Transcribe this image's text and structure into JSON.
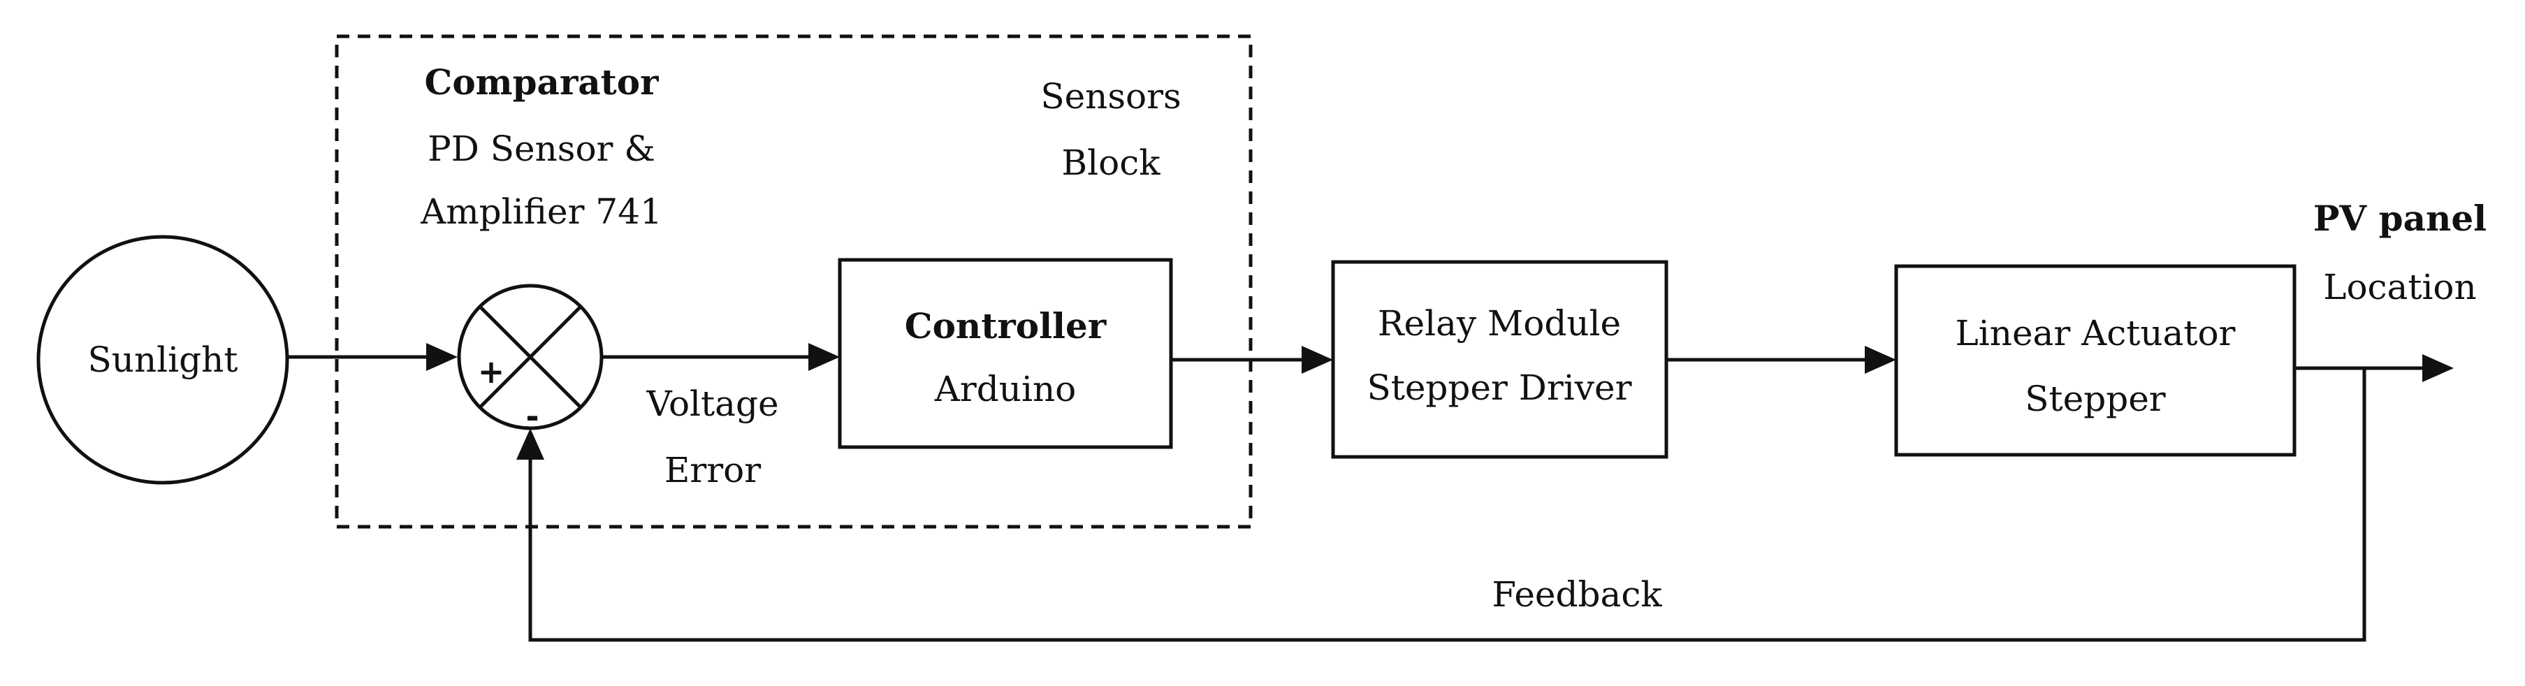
{
  "sensors_block": {
    "line1": "Sensors",
    "line2": "Block"
  },
  "comparator": {
    "title": "Comparator",
    "line1": "PD Sensor &",
    "line2": "Amplifier 741",
    "plus": "+",
    "minus": "-"
  },
  "sunlight": {
    "label": "Sunlight"
  },
  "error_signal": {
    "line1": "Voltage",
    "line2": "Error"
  },
  "controller": {
    "title": "Controller",
    "subtitle": "Arduino"
  },
  "relay": {
    "line1": "Relay Module",
    "line2": "Stepper Driver"
  },
  "actuator": {
    "line1": "Linear Actuator",
    "line2": "Stepper"
  },
  "output": {
    "title": "PV panel",
    "subtitle": "Location"
  },
  "feedback": {
    "label": "Feedback"
  }
}
